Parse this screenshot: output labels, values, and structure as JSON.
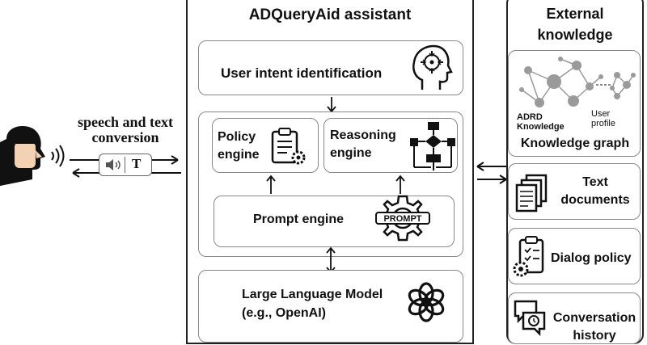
{
  "assistant": {
    "title": "ADQueryAid assistant",
    "intent": "User intent identification",
    "policy": {
      "line1": "Policy",
      "line2": "engine"
    },
    "reasoning": {
      "line1": "Reasoning",
      "line2": "engine"
    },
    "prompt": "Prompt engine",
    "prompt_icon_text": "PROMPT",
    "llm": {
      "line1": "Large Language Model",
      "line2": "(e.g., OpenAI)"
    }
  },
  "speech": {
    "line1": "speech and text",
    "line2": "conversion",
    "text_icon": "T"
  },
  "external": {
    "title_line1": "External",
    "title_line2": "knowledge",
    "kg_label": "Knowledge graph",
    "adrd": {
      "line1": "ADRD",
      "line2": "Knowledge"
    },
    "user": {
      "line1": "User",
      "line2": "profile"
    },
    "text_docs": {
      "line1": "Text",
      "line2": "documents"
    },
    "dialog_policy": "Dialog policy",
    "conversation": {
      "line1": "Conversation",
      "line2": "history"
    }
  }
}
